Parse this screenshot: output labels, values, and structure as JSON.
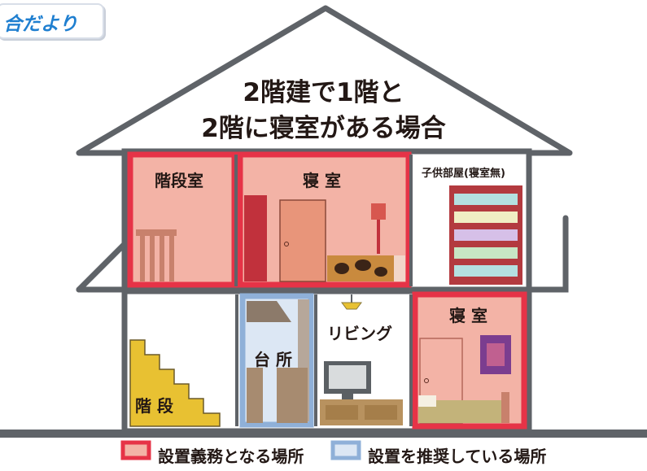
{
  "logo_text": "合だより",
  "title_line1": "2階建で1階と",
  "title_line2": "2階に寝室がある場合",
  "rooms": {
    "stair_room": "階段室",
    "bedroom_upper": "寝 室",
    "kids_room": "子供部屋(寝室無)",
    "living": "リビング",
    "kitchen": "台 所",
    "stairs": "階 段",
    "bedroom_lower": "寝 室"
  },
  "legend": {
    "mandatory_label": "設置義務となる場所",
    "mandatory_color": "#e63347",
    "recommended_label": "設置を推奨している場所",
    "recommended_color": "#8fb0d8"
  },
  "colors": {
    "wall": "#5f6368",
    "room_fill_pink": "#f3b3a6",
    "door": "#e8957a",
    "stairs_yellow": "#e8c132"
  }
}
